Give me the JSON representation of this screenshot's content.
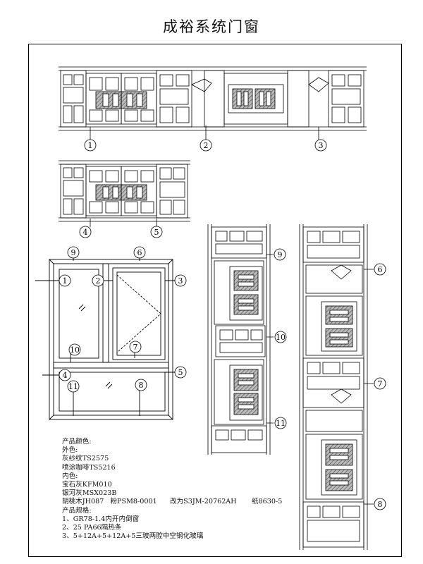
{
  "title": "成裕系统门窗",
  "callouts": {
    "c1": "1",
    "c2": "2",
    "c3": "3",
    "c4": "4",
    "c5": "5",
    "c6": "6",
    "c7": "7",
    "c8": "8",
    "c9": "9",
    "c10": "10",
    "c11": "11"
  },
  "notes": {
    "colors_heading": "产品颜色:",
    "outer_heading": "外色:",
    "outer_1": "灰纱纹TS2575",
    "outer_2": "喷涂咖啡TS5216",
    "inner_heading": "内色:",
    "inner_1": "宝石灰KFM010",
    "inner_2": "银河灰MSX023B",
    "inner_3": "胡桃木JH087",
    "powder": "粉PSM8-0001",
    "changed": "改为S3JM-20762AH",
    "paper": "纸8630-5",
    "spec_heading": "产品规格:",
    "spec_1": "1、GR78-1.4内开内倒窗",
    "spec_2": "2、25 PA66隔热条",
    "spec_3": "3、5+12A+5+12A+5三玻两腔中空钢化玻璃"
  }
}
